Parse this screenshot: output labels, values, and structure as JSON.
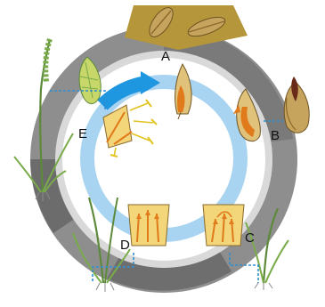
{
  "labels": {
    "a": "A",
    "b": "B",
    "c": "C",
    "d": "D",
    "e": "E"
  },
  "colors": {
    "outer_ring": "#8e8e8e",
    "outer_ring_dark": "#6c6c6c",
    "inner_ring": "#d6d6d6",
    "blue_band": "#a9d4f1",
    "blue_arrow": "#1e96e0",
    "seed_tan": "#c7a45d",
    "seed_dark": "#8a6a2c",
    "gold_panel": "#b6963a",
    "orange": "#e07a1a",
    "plant_green": "#5c8a3a",
    "leaf_green": "#7aab4a",
    "connector": "#2f8fd0"
  }
}
